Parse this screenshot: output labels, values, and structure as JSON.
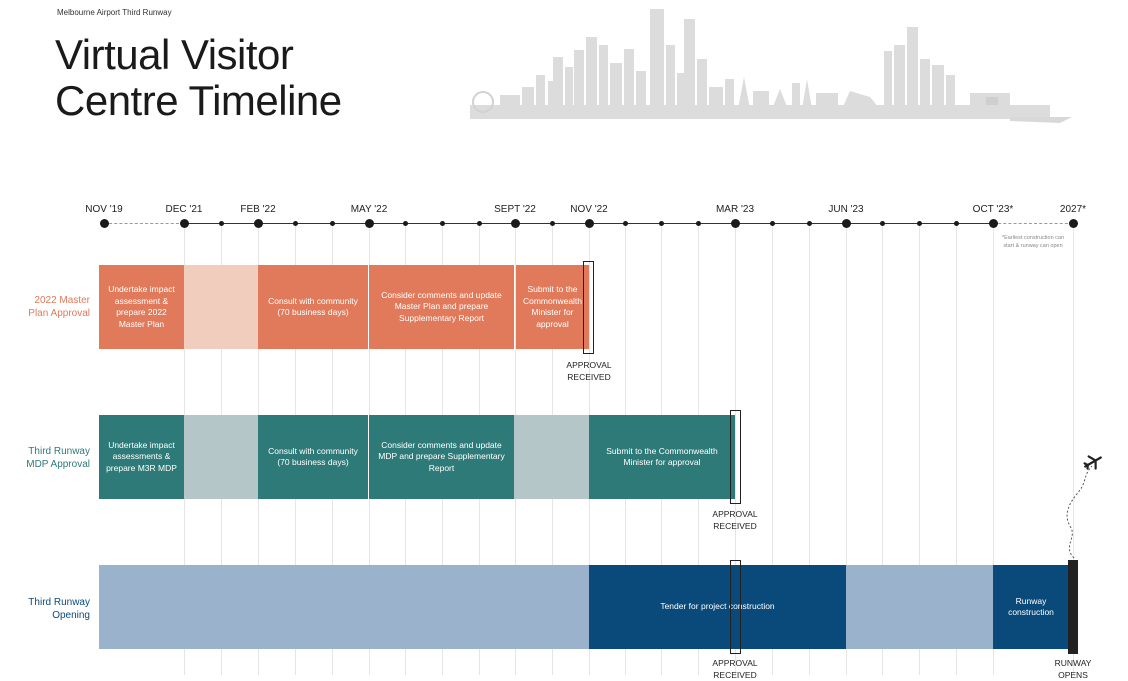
{
  "header": {
    "subtitle": "Melbourne Airport Third Runway",
    "title_line1": "Virtual Visitor",
    "title_line2": "Centre Timeline"
  },
  "timeline": {
    "ticks": [
      "NOV '19",
      "DEC '21",
      "FEB '22",
      "MAY '22",
      "SEPT '22",
      "NOV '22",
      "MAR '23",
      "JUN '23",
      "OCT '23*",
      "2027*"
    ],
    "footnote": "*Earliest construction can start & runway can open"
  },
  "rows": {
    "master_plan": {
      "label": "2022 Master Plan Approval",
      "color": "#e07a5a",
      "gap_color": "#f1cdbd",
      "seg1": "Undertake impact assessment & prepare 2022 Master Plan",
      "seg2": "Consult with community (70 business days)",
      "seg3": "Consider comments and update Master Plan and prepare Supplementary Report",
      "seg4": "Submit to the Commonwealth Minister for approval",
      "milestone_line1": "APPROVAL",
      "milestone_line2": "RECEIVED"
    },
    "mdp": {
      "label": "Third Runway MDP Approval",
      "color": "#2e7a78",
      "gap_color": "#b4c6c7",
      "seg1": "Undertake impact assessments & prepare M3R MDP",
      "seg2": "Consult with community (70 business days)",
      "seg3": "Consider comments and update MDP and prepare Supplementary Report",
      "seg4": "Submit to the Commonwealth Minister for approval",
      "milestone_line1": "APPROVAL",
      "milestone_line2": "RECEIVED"
    },
    "opening": {
      "label": "Third Runway Opening",
      "color": "#0a4a7a",
      "light_color": "#9ab2cc",
      "seg1": "Tender for project construction",
      "seg2": "Runway construction",
      "milestone_line1": "APPROVAL",
      "milestone_line2": "RECEIVED",
      "end_line1": "RUNWAY",
      "end_line2": "OPENS"
    }
  }
}
